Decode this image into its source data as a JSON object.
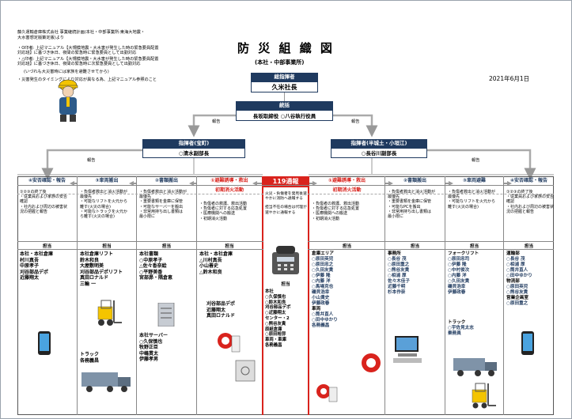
{
  "header": {
    "source_lines": [
      "藤久運輸倉庫株式会社 事業継続計画(本社・中部事業所:東海大地震・",
      "大水害想定版策定版)より"
    ],
    "notes": [
      "・O印者: 上記マニュアル【大規模地震・大水害が発生した時の緊急要員配置",
      "  対応班】に基づき休日、夜間の緊急時に緊急要員として出勤対応",
      "・△印者: 上記マニュアル【大規模地震・大水害が発生した時の緊急要員配置",
      "  対応班】に基づき休日、夜間の緊急時に次緊急要員として出勤対応",
      "  (いづれも大災害時には家族を避難させてから)",
      "・災害発生のタイミングにより対応が異なる為、上記マニュアル参照のこと"
    ],
    "title": "防 災 組 織 図",
    "subtitle": "(本社・中部事業所)",
    "date": "2021年6月1日"
  },
  "top": {
    "commander_label": "総指揮者",
    "commander_name": "久米社長",
    "coordinator_label": "統括",
    "coordinator_names": "長坂取締役  ○八谷執行役員",
    "report_left": "報告",
    "report_right": "報告",
    "report_left2": "報告",
    "report_right2": "報告"
  },
  "sub_commanders": {
    "left_label": "指揮者(宝町)",
    "left_name": "○清水副部長",
    "right_label": "指揮者(半城土・小垣江)",
    "right_name": "○長谷川副部長"
  },
  "emergency": {
    "label": "119通報",
    "text1": "火災・負傷者を発見後速",
    "text2": "やかに消防へ通報する",
    "text3": "担当不在の場合は代理が",
    "text4": "速やかに通報する",
    "tanto": "担当",
    "names": [
      "本社",
      "  ○久保慎也",
      "  ○鈴木和良",
      "刈谷部品デポ",
      "  ○近藤翔太",
      "センター・2",
      "  ○熊谷友貴",
      "原紙倉庫",
      "  ○原田裕弥",
      "車両・車庫",
      "     各務義昌"
    ]
  },
  "left_columns": [
    {
      "head": "④安否確認・報告",
      "desc": [
        "①②③の終了後",
        "",
        "・従業員および家族の安否",
        "確認",
        "・社内および周辺の被害状",
        "況の把握と報告"
      ],
      "tanto": "担当",
      "names": [
        "本社・本社倉庫",
        "  村川真吾",
        "  中原孝子",
        "",
        "刈谷部品デポ",
        "  近藤翔太"
      ]
    },
    {
      "head": "③車両搬出",
      "desc": [
        "・負傷者救出と消火活動が",
        "最優先",
        "",
        "・可能なリフトを火元から",
        "離す(火災の場合)",
        "・可能なトラックを火元か",
        "ら離す(火災の場合)"
      ],
      "tanto": "担当",
      "names": [
        "本社倉庫リフト",
        "  鈴木和良",
        "  大屋敷明美",
        "",
        "刈谷部品デポリフト",
        "  真田ロナルド",
        "  三輪 一",
        "",
        "トラック",
        "  各務義昌"
      ]
    },
    {
      "head": "②書類搬出",
      "desc": [
        "・負傷者救出と消火活動が",
        "最優先",
        "",
        "・重要書類を金庫に保管",
        "・可能なサーバーを搬出",
        "・非常用持ち出し書類は",
        "最小限に"
      ],
      "tanto": "担当",
      "names": [
        "本社書類",
        "  ○中原孝子",
        "  △佐々香奈絵",
        "  ○平野美香",
        "  宮部昴・隅倉恵",
        "",
        "本社サーバー",
        "  ○久保慎也",
        "  牧野正臣",
        "  中嶋貫太",
        "  伊藤孝男"
      ]
    },
    {
      "head": "①避難誘導・救出",
      "head_red": true,
      "sub": "初期消火活動",
      "desc": [
        "・負傷者の救護、救出活動",
        "・負傷者に対する応急処置",
        "・医療機関への搬送",
        "・初期消火活動"
      ],
      "tanto": "担当",
      "names": [
        "本社・本社倉庫",
        "  △川村真吾",
        "  小山善史",
        "  △鈴木和良",
        "",
        "",
        "刈谷部品デポ",
        "  近藤翔太",
        "  真田ロナルド"
      ]
    }
  ],
  "right_columns": [
    {
      "head": "①避難誘導・救出",
      "head_red": true,
      "sub": "初期消火活動",
      "desc": [
        "・負傷者の救護、救出活動",
        "・負傷者に対する応急処置",
        "・医療機関への搬送",
        "・初期消火活動"
      ],
      "tanto": "担当",
      "names": [
        "倉庫エリア",
        "○原田英児",
        "○原田忠之",
        "○久田友貴",
        "○伊藤 隆",
        "○内藤 洋",
        "○馬場克也",
        "  磯貝浩幸",
        "  小山貴史",
        "  伊藤政春",
        "車両",
        "○筒井直人",
        "○田中ゆかり",
        "  各務義昌"
      ]
    },
    {
      "head": "②書類搬出",
      "desc": [
        "・負傷者救出と消火活動が",
        "最優先",
        "",
        "・重要書類を金庫に保管",
        "・可能なPCを搬出",
        "・非常用持ち出し書類は",
        "最小限に"
      ],
      "tanto": "担当",
      "names": [
        "事務所",
        "○長谷 茂",
        "○原田重之",
        "○熊谷友貴",
        "○相浦 厚",
        "  佐々木佳子",
        "  近藤千明",
        "  杉本作奈"
      ]
    },
    {
      "head": "③車両避難",
      "desc": [
        "・負傷者救出と消火活動が",
        "最優先",
        "",
        "・可能なリフトを火元から",
        "離す(火災の場合)"
      ],
      "tanto": "担当",
      "names": [
        "フォークリフト",
        "○原田忠司",
        "○伊藤 隆",
        "○中村俊次",
        "○内藤 洋",
        "○久田友貴",
        "  磯貝浩幸",
        "  伊藤政春",
        "",
        "",
        "トラック",
        "○宇佐見太志",
        "  乗務員"
      ]
    },
    {
      "head": "④安否確認・報告",
      "desc": [
        "①②③の終了後",
        "",
        "・従業員および家族の安否",
        "確認",
        "・社内および周辺の被害状",
        "況の把握と報告"
      ],
      "tanto": "担当",
      "names": [
        "運輸部",
        "○長谷 茂",
        "○相浦 厚",
        "○筒井直人",
        "○田中ゆかり",
        "物流部",
        "○原田英児",
        "○熊谷友貴",
        "営業企画室",
        "○原田重之"
      ]
    }
  ],
  "colors": {
    "navy": "#1f3a5f",
    "red": "#d9231d",
    "line": "#999999"
  },
  "icons": [
    "worker-icon",
    "phone-icon",
    "smartphone-icon",
    "forklift-icon",
    "truck-icon",
    "server-icon",
    "fire-alarm-icon",
    "computer-icon",
    "safe-icon"
  ]
}
